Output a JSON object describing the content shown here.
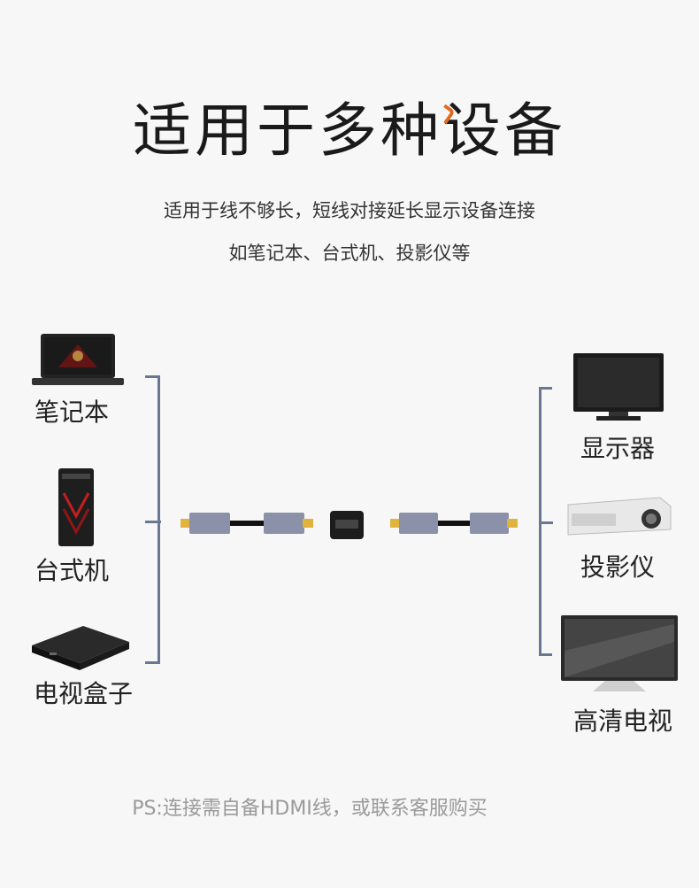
{
  "title": "适用于多种设备",
  "subtitle_line1": "适用于线不够长，短线对接延长显示设备连接",
  "subtitle_line2": "如笔记本、台式机、投影仪等",
  "left_devices": [
    "笔记本",
    "台式机",
    "电视盒子"
  ],
  "right_devices": [
    "显示器",
    "投影仪",
    "高清电视"
  ],
  "footer_note": "PS:连接需自备HDMI线，或联系客服购买",
  "colors": {
    "accent": "#e26b21",
    "bracket": "#6a7692",
    "plug_gold": "#e0b43c",
    "connector_gray": "#8a91a8"
  }
}
